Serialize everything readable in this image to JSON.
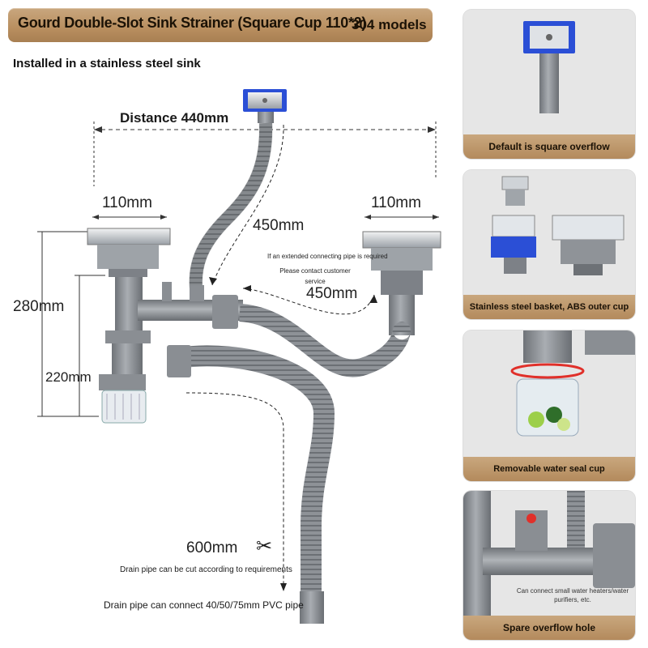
{
  "header": {
    "title": "Gourd Double-Slot Sink Strainer (Square Cup 110*2)",
    "model": "304 models"
  },
  "subtitle": "Installed in a stainless steel sink",
  "diagram": {
    "distance": "Distance 440mm",
    "left_width": "110mm",
    "right_width": "110mm",
    "overflow_len": "450mm",
    "hose_len": "450mm",
    "height_total": "280mm",
    "height_lower": "220mm",
    "drain_len": "600mm",
    "extend_note_1": "If an extended connecting pipe is required",
    "extend_note_2": "Please contact customer service",
    "cut_note": "Drain pipe can be cut according to requirements",
    "pvc_note": "Drain pipe can connect 40/50/75mm PVC pipe"
  },
  "panels": [
    {
      "caption": "Default is square overflow"
    },
    {
      "caption": "Stainless steel basket, ABS outer cup"
    },
    {
      "caption": "Removable water seal cup"
    },
    {
      "caption": "Spare overflow hole",
      "note": "Can connect small water heaters/water purifiers, etc."
    }
  ],
  "colors": {
    "accent": "#b88e5f",
    "pipe": "#8d9196",
    "overflow_blue": "#2b4fd6",
    "arrow_red": "#e0302a"
  },
  "icons": {
    "cut": "scissors-icon"
  }
}
